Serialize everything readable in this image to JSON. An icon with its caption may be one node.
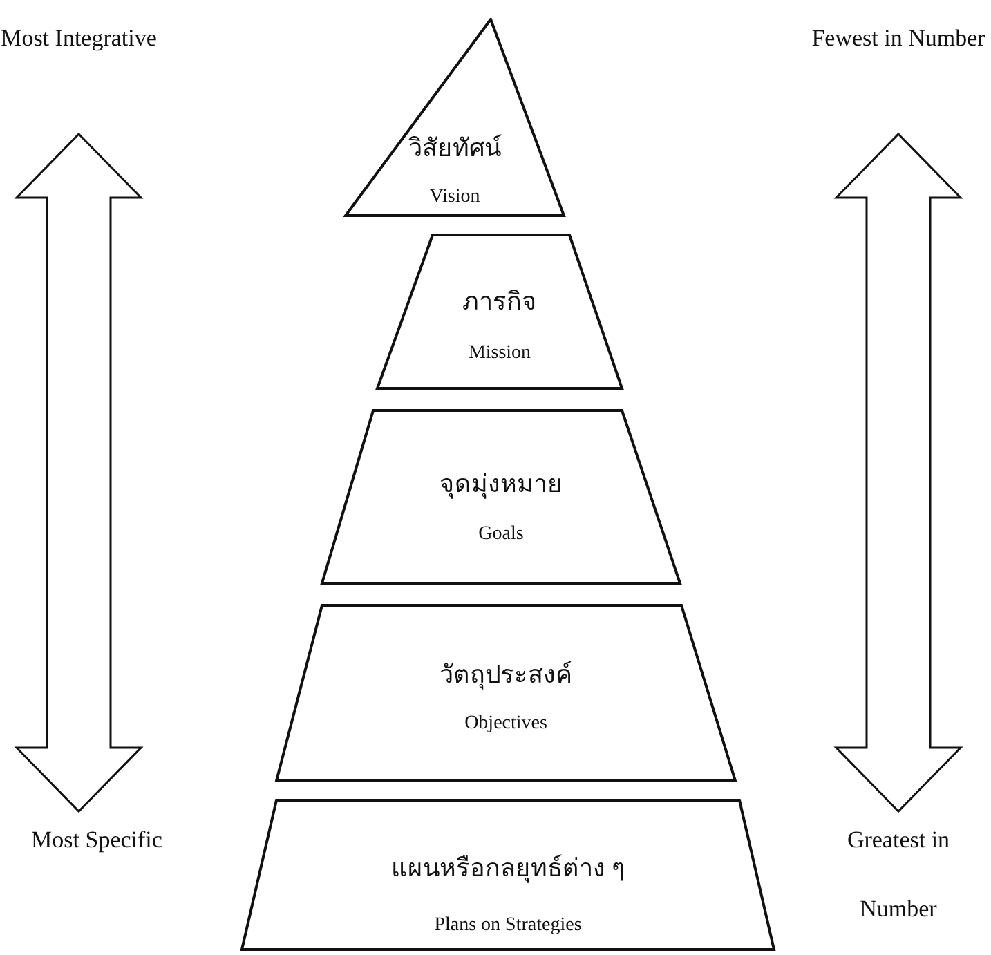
{
  "diagram": {
    "nodes": [
      {
        "text": [
          "วิสัยทัศน์",
          "Vision"
        ]
      },
      {
        "text": [
          "ภารกิจ",
          "Mission"
        ]
      },
      {
        "text": [
          "จุดมุ่งหมาย",
          "Goals"
        ]
      },
      {
        "text": [
          "วัตถุประสงค์",
          "Objectives"
        ]
      },
      {
        "text": [
          "แผนหรือกลยุทธ์ต่าง ๆ",
          "Plans on Strategies"
        ]
      }
    ],
    "edges": [],
    "labels": [
      "Most Integrative",
      "Fewest in Number",
      "Most Specific",
      "Greatest in Number"
    ]
  }
}
